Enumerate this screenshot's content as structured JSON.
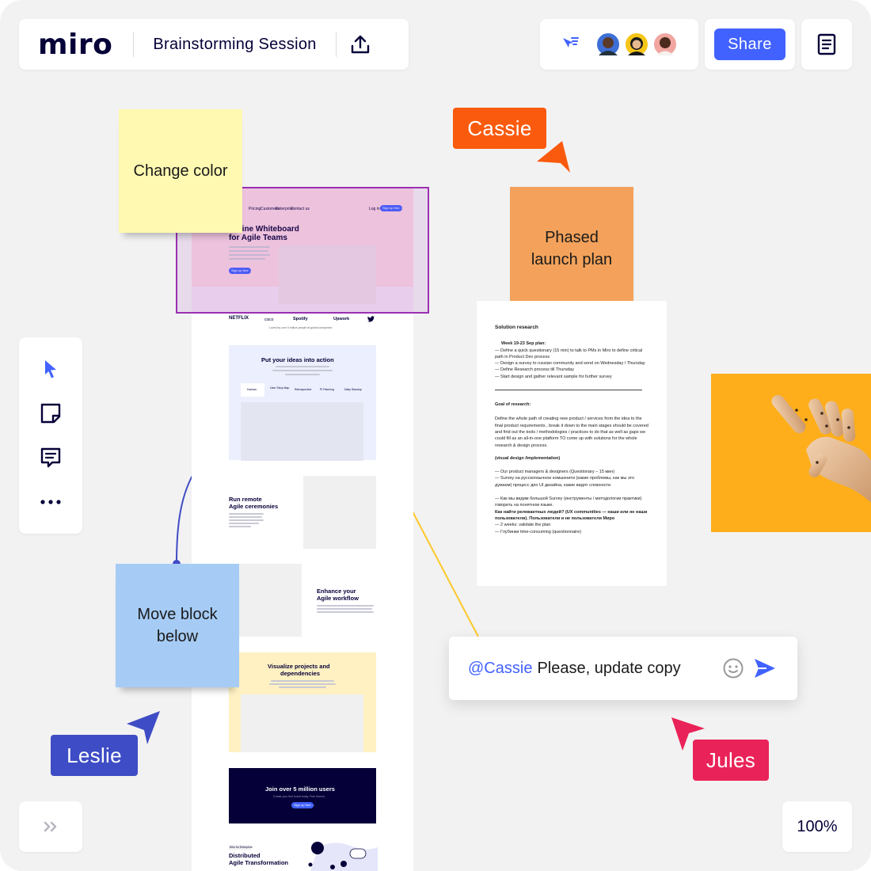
{
  "app": {
    "logo": "miro",
    "board_title": "Brainstorming Session",
    "share_label": "Share",
    "zoom": "100%"
  },
  "colors": {
    "accent": "#4262ff",
    "cassie": "#fa5a0d",
    "leslie": "#3e4cc5",
    "jules": "#e92359",
    "selection": "#9b2fb3",
    "sticky_yellow": "#fff9b1",
    "sticky_orange": "#f4a25b",
    "sticky_blue": "#a6ccf5"
  },
  "toolbar": {
    "tools": [
      {
        "name": "select-tool",
        "icon": "cursor-icon"
      },
      {
        "name": "sticky-note-tool",
        "icon": "sticky-note-icon"
      },
      {
        "name": "comment-tool",
        "icon": "comment-icon"
      },
      {
        "name": "more-tool",
        "icon": "more-icon"
      }
    ]
  },
  "stickies": {
    "yellow": "Change color",
    "orange": "Phased launch plan",
    "blue": "Move block below"
  },
  "cursors": {
    "cassie": "Cassie",
    "leslie": "Leslie",
    "jules": "Jules"
  },
  "comment": {
    "mention": "@Cassie",
    "text": "Please, update copy"
  },
  "mockup": {
    "nav": [
      "Pricing",
      "Customers",
      "Enterprise",
      "Contact us"
    ],
    "login": "Log in",
    "signup": "Sign up free →",
    "hero_title_1": "Online Whiteboard",
    "hero_title_2": "for Agile Teams",
    "cta": "Sign up free →",
    "logos": [
      "NETFLIX",
      "cisco",
      "Spotify",
      "Upwork"
    ],
    "trusted": "Loved by over 5 million people at global companies",
    "section1_title": "Put your ideas into action",
    "section1_tabs": [
      "Kanban",
      "User Story Map",
      "Retrospective",
      "PI Planning",
      "Daily Standup"
    ],
    "section2_title_1": "Run remote",
    "section2_title_2": "Agile ceremonies",
    "section3_title_1": "Enhance your",
    "section3_title_2": "Agile workflow",
    "section4_title_1": "Visualize projects and",
    "section4_title_2": "dependencies",
    "banner_title": "Join over 5 million users",
    "banner_sub": "Create your first board today. Free forever.",
    "banner_cta": "Sign up free →",
    "footer_tag": "Miro for Enterprise",
    "footer_title_1": "Distributed",
    "footer_title_2": "Agile Transformation"
  },
  "document": {
    "title": "Solution research",
    "week": "Week 19-23 Sep plan:",
    "plan": [
      "— Define a quick questionary (15 min) to talk to PMs in Miro to define critical path in Product Dev process",
      "— Design a survey to russian community and send on Wednesday / Thursday",
      "— Define Research process till Thursday",
      "— Start design and gather relevant sample for further survey"
    ],
    "goal_title": "Goal of research:",
    "goal_text": "Define the whole path of creating new product / services from the idea to the final product requirements , break it down to the main stages should be covered and find out the tools / methodologies / practices to do that as well as gaps we could fill as an all-in-one platform TO come up with solutions for the whole research & design process.",
    "visual_title": "(visual design /implementation)",
    "visual_items": [
      "— Our product managers & designers (Questionary – 15 мин)",
      "— Survey на русскоязычное комьюнити (какие проблемы, как мы это думаем) процесс дпо UI дизайна, какие видят сложности"
    ],
    "survey_item": "— Как мы видим большой Survey (инструменты / методологии практики) говорить на понятном языке.",
    "question_bold": "Как найти релевантных людей? (UX communities — наши или не наши пользователи). Пользователи и не пользователи Миро",
    "final_items": [
      "— 2 weeks: validate the plan",
      "— Глубинки time-consuming (questionnaire)"
    ]
  }
}
